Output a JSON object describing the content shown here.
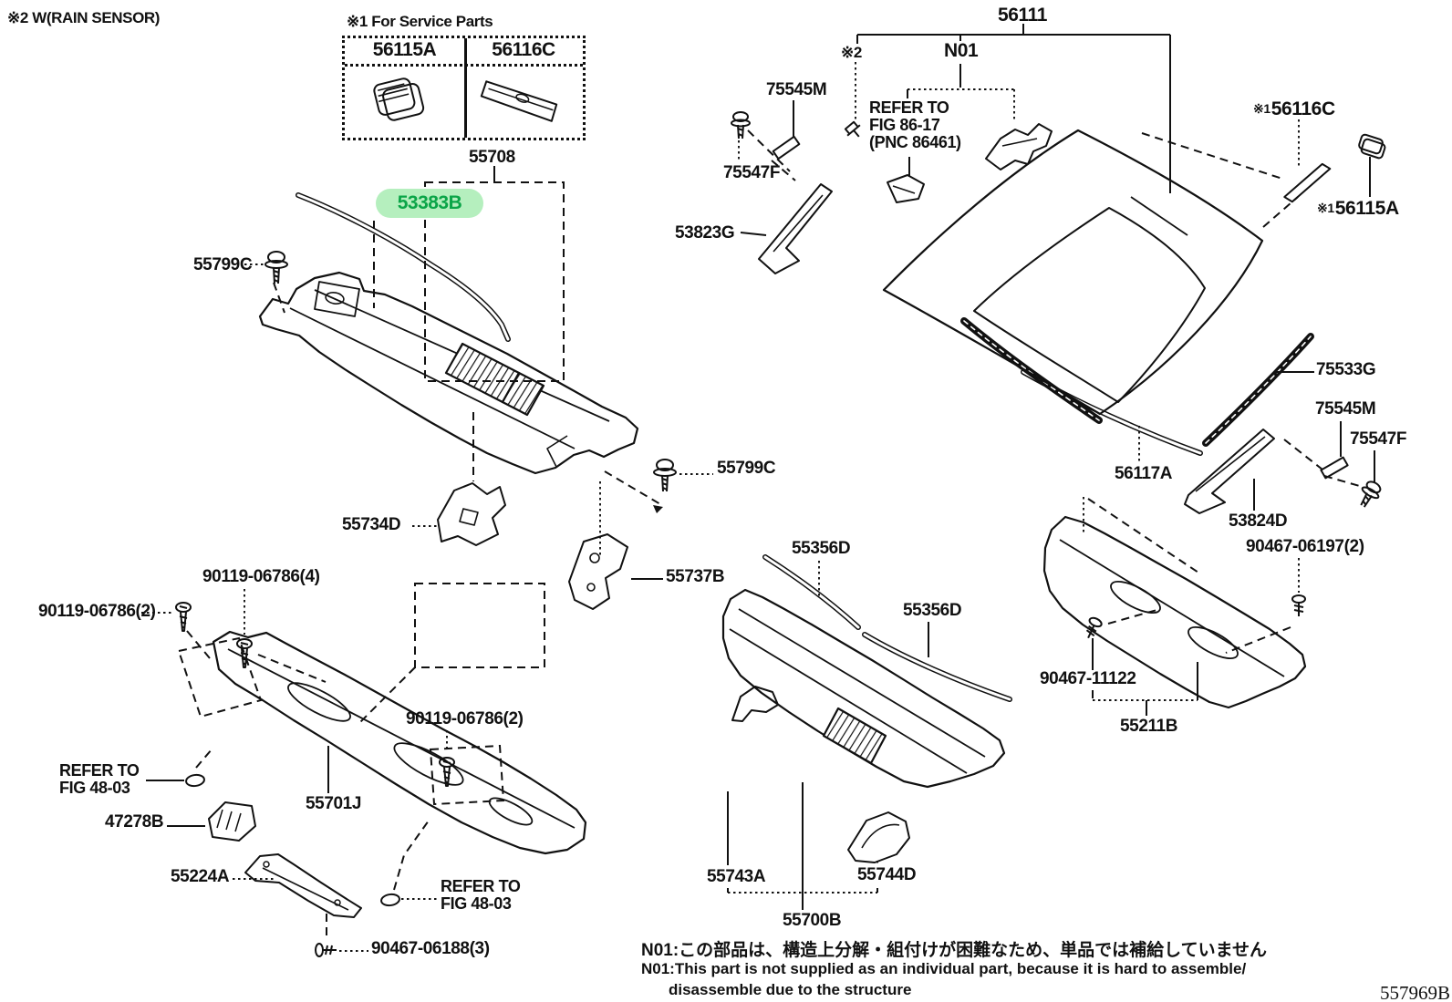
{
  "diagram": {
    "code": "557969B",
    "rain_sensor_note": "※2 W(RAIN SENSOR)",
    "highlight_bg": "#b5efbe",
    "highlight_fg": "#0ba548",
    "line_color": "#111111"
  },
  "service_parts": {
    "title": "※1 For Service Parts",
    "columns": [
      "56115A",
      "56116C"
    ]
  },
  "symbols": {
    "s1": "※1",
    "s2": "※2"
  },
  "refer": {
    "to": "REFER TO",
    "fig_86_17": "FIG 86-17",
    "pnc": "(PNC 86461)",
    "fig_48_03": "FIG 48-03"
  },
  "footnote": {
    "marker": "N01",
    "jp": "N01:この部品は、構造上分解・組付けが困難なため、単品では補給していません",
    "en_line1": "N01:This part is not supplied as an individual part, because it is hard to assemble/",
    "en_line2": "disassemble due to the structure"
  },
  "parts": {
    "p56111": "56111",
    "p56115A": "56115A",
    "p56116C": "56116C",
    "p55708": "55708",
    "p53383B": "53383B",
    "p55799C": "55799C",
    "p53823G": "53823G",
    "p53824D": "53824D",
    "p75545M": "75545M",
    "p75547F": "75547F",
    "p75533G": "75533G",
    "p56117A": "56117A",
    "p90467_06197": "90467-06197(2)",
    "p90467_06188": "90467-06188(3)",
    "p90467_11122": "90467-11122",
    "p90119_06786_4": "90119-06786(4)",
    "p90119_06786_2": "90119-06786(2)",
    "p55734D": "55734D",
    "p55737B": "55737B",
    "p55356D": "55356D",
    "p47278B": "47278B",
    "p55701J": "55701J",
    "p55224A": "55224A",
    "p55743A": "55743A",
    "p55744D": "55744D",
    "p55700B": "55700B",
    "p55211B": "55211B"
  }
}
